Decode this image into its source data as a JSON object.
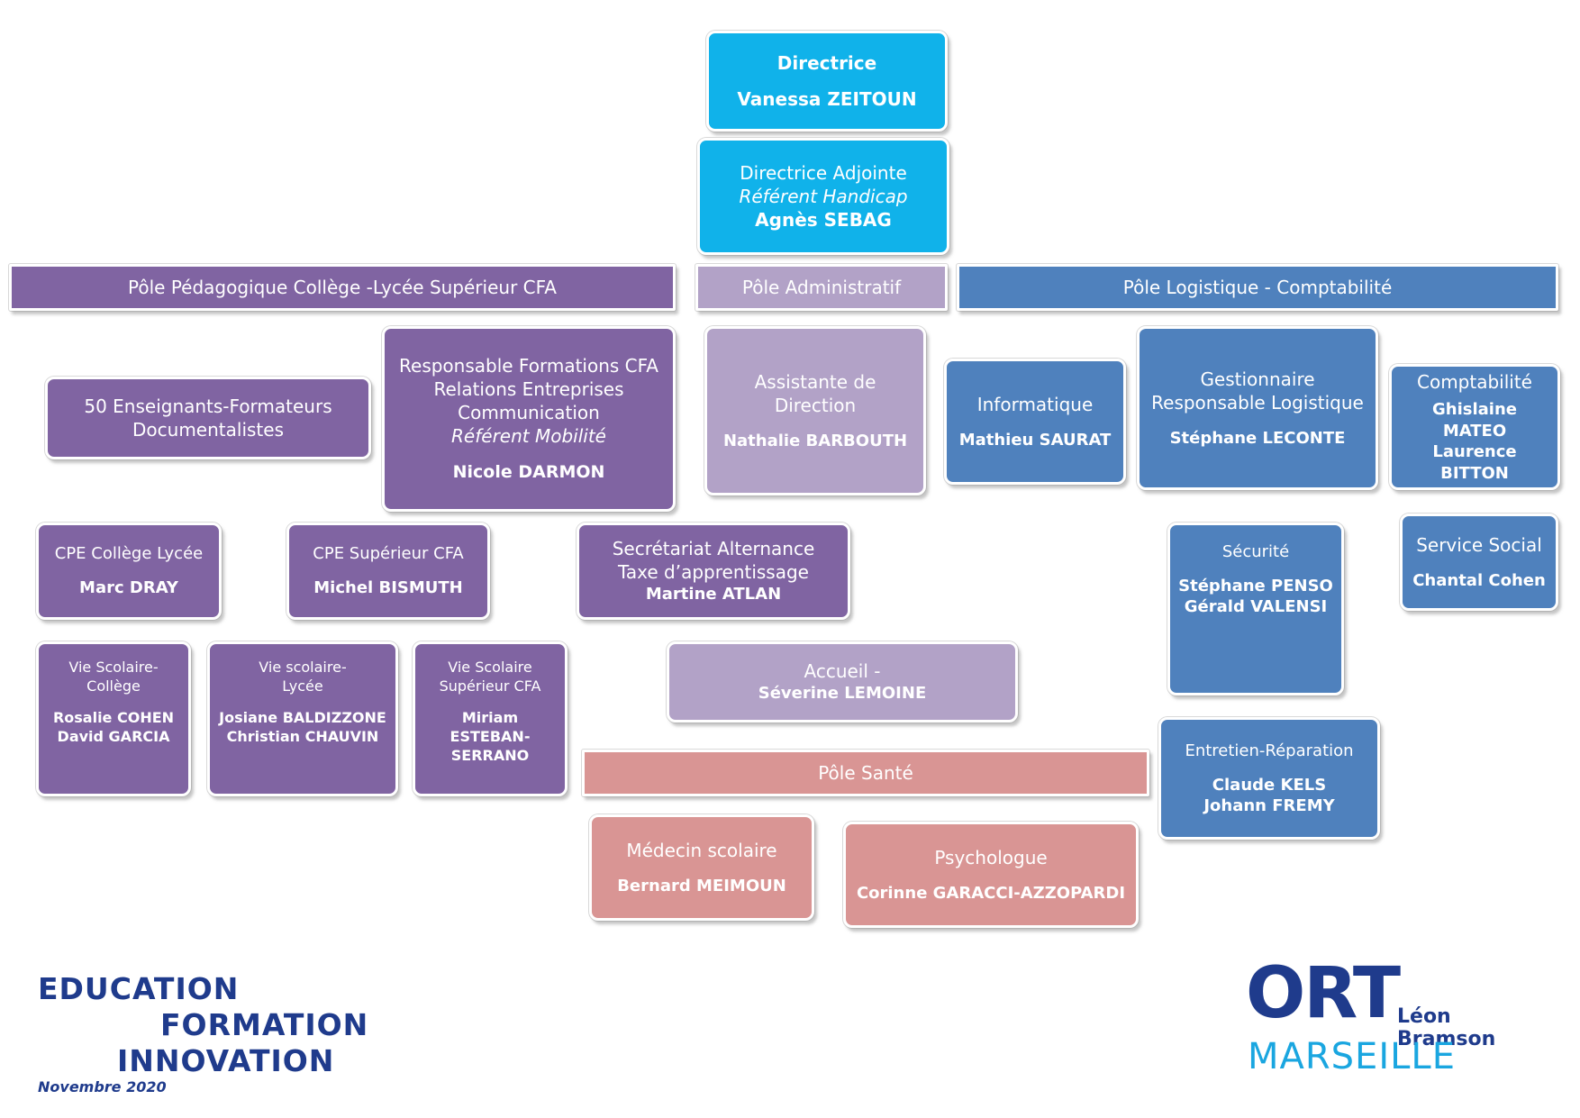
{
  "directrice": {
    "title": "Directrice",
    "name": "Vanessa ZEITOUN"
  },
  "adjointe": {
    "title": "Directrice Adjointe",
    "role": "Référent Handicap",
    "name": "Agnès SEBAG"
  },
  "poles": {
    "pedagogique": "Pôle Pédagogique Collège -Lycée Supérieur CFA",
    "administratif": "Pôle Administratif",
    "logistique": "Pôle Logistique - Comptabilité",
    "sante": "Pôle Santé"
  },
  "enseignants": {
    "line1": "50 Enseignants-Formateurs",
    "line2": "Documentalistes"
  },
  "responsable_cfa": {
    "line1": "Responsable Formations CFA",
    "line2": "Relations Entreprises",
    "line3": "Communication",
    "role": "Référent Mobilité",
    "name": "Nicole DARMON"
  },
  "assistante": {
    "line1": "Assistante de",
    "line2": "Direction",
    "name": "Nathalie BARBOUTH"
  },
  "informatique": {
    "title": "Informatique",
    "name": "Mathieu SAURAT"
  },
  "gestionnaire": {
    "line1": "Gestionnaire",
    "line2": "Responsable Logistique",
    "name": "Stéphane LECONTE"
  },
  "comptabilite": {
    "title": "Comptabilité",
    "name1": "Ghislaine MATEO",
    "name2": "Laurence BITTON"
  },
  "cpe_college": {
    "title": "CPE Collège Lycée",
    "name": "Marc DRAY"
  },
  "cpe_superieur": {
    "title": "CPE Supérieur CFA",
    "name": "Michel BISMUTH"
  },
  "secretariat": {
    "line1": "Secrétariat Alternance",
    "line2": "Taxe d’apprentissage",
    "name": "Martine ATLAN"
  },
  "securite": {
    "title": "Sécurité",
    "name1": "Stéphane PENSO",
    "name2": "Gérald VALENSI"
  },
  "service_social": {
    "title": "Service Social",
    "name": "Chantal Cohen"
  },
  "vie_college": {
    "line1": "Vie Scolaire-",
    "line2": "Collège",
    "name1": "Rosalie COHEN",
    "name2": "David GARCIA"
  },
  "vie_lycee": {
    "line1": "Vie scolaire-",
    "line2": "Lycée",
    "name1": "Josiane BALDIZZONE",
    "name2": "Christian CHAUVIN"
  },
  "vie_superieur": {
    "line1": "Vie Scolaire",
    "line2": "Supérieur CFA",
    "name1": "Miriam",
    "name2": "ESTEBAN-",
    "name3": "SERRANO"
  },
  "accueil": {
    "title": "Accueil -",
    "name": "Séverine LEMOINE"
  },
  "entretien": {
    "title": "Entretien-Réparation",
    "name1": "Claude KELS",
    "name2": "Johann FREMY"
  },
  "medecin": {
    "title": "Médecin scolaire",
    "name": "Bernard MEIMOUN"
  },
  "psychologue": {
    "title": "Psychologue",
    "name": "Corinne GARACCI-AZZOPARDI"
  },
  "footer": {
    "efi": {
      "line1": "EDUCATION",
      "line2": "FORMATION",
      "line3": "INNOVATION"
    },
    "date": "Novembre 2020",
    "logo": {
      "ort": "ORT",
      "sub": "Léon Bramson",
      "city": "MARSEILLE"
    }
  },
  "colors": {
    "cyan": "#10b2ea",
    "purple": "#8064a2",
    "lavender": "#b2a2c7",
    "blue": "#4f81bd",
    "pink": "#d99594",
    "navy": "#1f3b8c"
  }
}
